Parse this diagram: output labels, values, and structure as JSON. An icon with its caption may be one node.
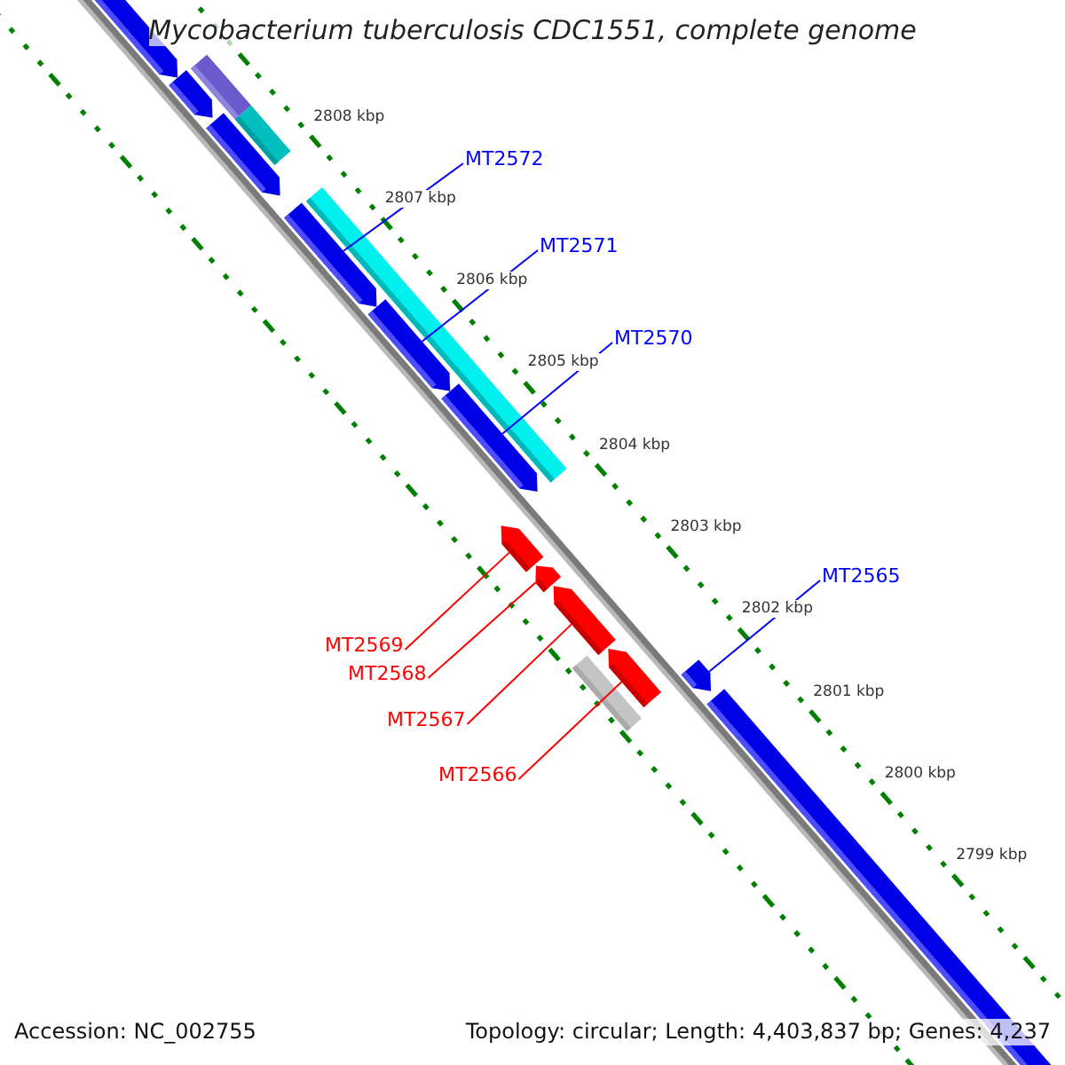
{
  "diagram": {
    "title": "Mycobacterium tuberculosis CDC1551, complete genome",
    "nodes": [
      {
        "text": [
          "MT2572"
        ]
      },
      {
        "text": [
          "MT2571"
        ]
      },
      {
        "text": [
          "MT2570"
        ]
      },
      {
        "text": [
          "MT2565"
        ]
      },
      {
        "text": [
          "MT2569"
        ]
      },
      {
        "text": [
          "MT2568"
        ]
      },
      {
        "text": [
          "MT2567"
        ]
      },
      {
        "text": [
          "MT2566"
        ]
      },
      {
        "text": [],
        "shape": "pentagon"
      },
      {
        "text": [],
        "shape": "pentagon"
      },
      {
        "text": [],
        "shape": "bar"
      },
      {
        "text": [],
        "shape": "pentagon"
      },
      {
        "text": [],
        "shape": "bar"
      },
      {
        "text": [],
        "shape": "pentagon"
      },
      {
        "text": [],
        "shape": "bar"
      },
      {
        "text": [],
        "shape": "pentagon"
      },
      {
        "text": [],
        "shape": "bar"
      },
      {
        "text": [],
        "shape": "pentagon"
      },
      {
        "text": [],
        "shape": "pentagon"
      },
      {
        "text": [],
        "shape": "pentagon"
      },
      {
        "text": [],
        "shape": "pentagon"
      },
      {
        "text": [],
        "shape": "bar"
      },
      {
        "text": [],
        "shape": "pentagon"
      },
      {
        "text": [],
        "shape": "pentagon"
      },
      {
        "text": [],
        "shape": "pentagon"
      }
    ],
    "edges": [
      {
        "from": 0,
        "to": 13,
        "arrow": "none",
        "color": "#0000ff"
      },
      {
        "from": 1,
        "to": 15,
        "arrow": "none",
        "color": "#0000ff"
      },
      {
        "from": 2,
        "to": 17,
        "arrow": "none",
        "color": "#0000ff"
      },
      {
        "from": 3,
        "to": 23,
        "arrow": "none",
        "color": "#0000ff"
      },
      {
        "from": 4,
        "to": 18,
        "arrow": "none",
        "color": "#ff0000"
      },
      {
        "from": 5,
        "to": 19,
        "arrow": "none",
        "color": "#ff0000"
      },
      {
        "from": 6,
        "to": 20,
        "arrow": "none",
        "color": "#ff0000"
      },
      {
        "from": 7,
        "to": 22,
        "arrow": "none",
        "color": "#ff0000"
      }
    ],
    "labels": [
      "2808 kbp",
      "2807 kbp",
      "2806 kbp",
      "2805 kbp",
      "2804 kbp",
      "2803 kbp",
      "2802 kbp",
      "2801 kbp",
      "2800 kbp",
      "2799 kbp",
      "Accession: NC_002755",
      "Topology: circular; Length: 4,403,837 bp; Genes: 4,237"
    ]
  }
}
